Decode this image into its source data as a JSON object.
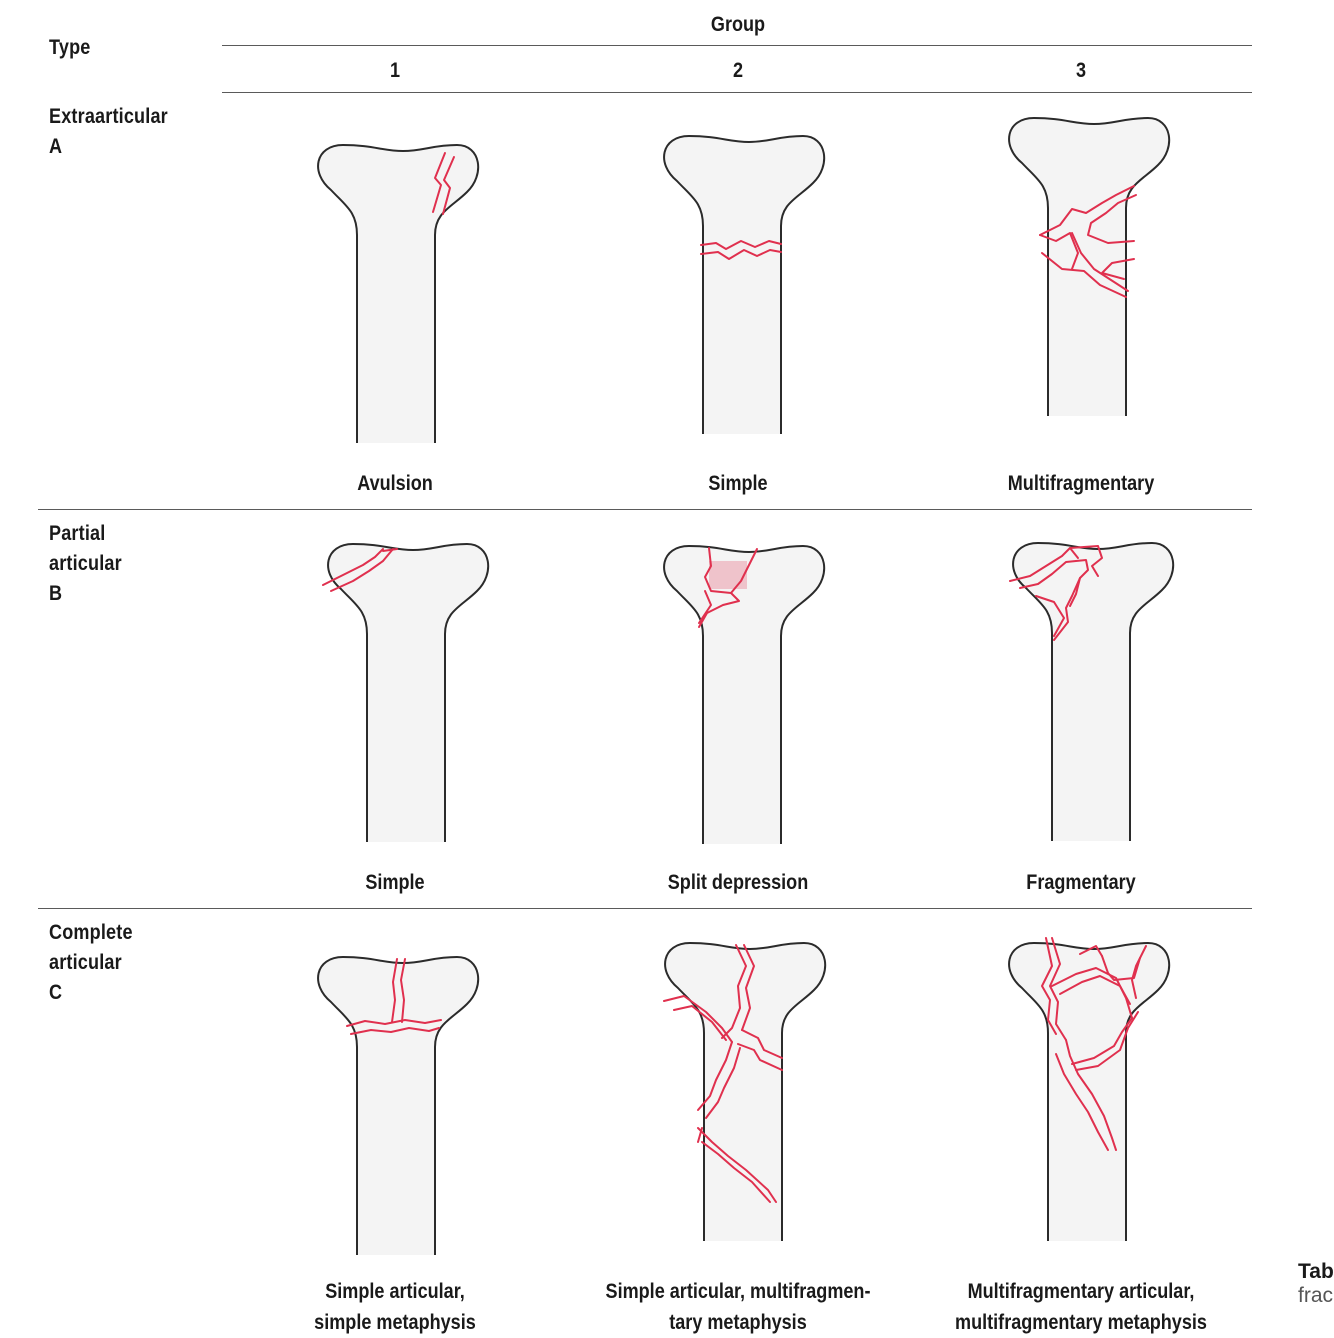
{
  "header": {
    "type_label": "Type",
    "group_label": "Group",
    "groups": [
      "1",
      "2",
      "3"
    ]
  },
  "rows": [
    {
      "type_lines": [
        "Extraarticular",
        "A"
      ],
      "labels": [
        [
          "Avulsion"
        ],
        [
          "Simple"
        ],
        [
          "Multifragmentary"
        ]
      ]
    },
    {
      "type_lines": [
        "Partial",
        "articular",
        "B"
      ],
      "labels": [
        [
          "Simple"
        ],
        [
          "Split depression"
        ],
        [
          "Fragmentary"
        ]
      ]
    },
    {
      "type_lines": [
        "Complete",
        "articular",
        "C"
      ],
      "labels": [
        [
          "Simple articular,",
          "simple metaphysis"
        ],
        [
          "Simple articular, multifragmen-",
          "tary metaphysis"
        ],
        [
          "Multifragmentary articular,",
          "multifragmentary metaphysis"
        ]
      ]
    }
  ],
  "side_caption": {
    "line1": "Tab",
    "line2": "frac"
  },
  "colors": {
    "bone_fill": "#f4f4f4",
    "bone_outline": "#2b2b2b",
    "fracture": "#e0304e"
  }
}
